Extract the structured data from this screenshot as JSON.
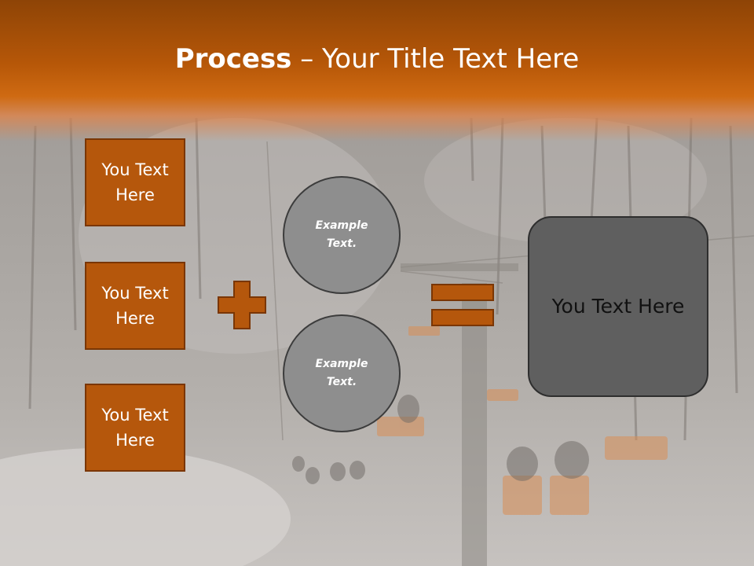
{
  "slide": {
    "title_bold": "Process",
    "title_rest": " – Your Title Text Here",
    "boxes": [
      {
        "label": "You Text Here"
      },
      {
        "label": "You Text Here"
      },
      {
        "label": "You Text Here"
      }
    ],
    "circles": [
      {
        "label": "Example Text."
      },
      {
        "label": "Example Text."
      }
    ],
    "result": {
      "label": "You Text Here"
    }
  },
  "colors": {
    "header": "#b65708",
    "box_fill": "#b5570c",
    "box_border": "#7a3604",
    "circle_fill": "#8e8e8e",
    "result_fill": "#5f5f5f",
    "operator_fill": "#b5570c"
  },
  "icons": [
    "plus-icon",
    "equals-icon"
  ]
}
